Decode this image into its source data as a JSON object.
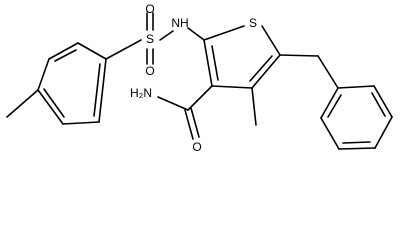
{
  "structure": {
    "atom_labels": {
      "sulfonyl_o_top": "O",
      "sulfonyl_s": "S",
      "sulfonyl_o_bottom": "O",
      "amine_nh": "NH",
      "thiophene_s": "S",
      "amide_n": "H₂N",
      "amide_o": "O"
    }
  },
  "colors": {
    "bond": "#000000",
    "label": "#000000",
    "background": "#ffffff"
  }
}
